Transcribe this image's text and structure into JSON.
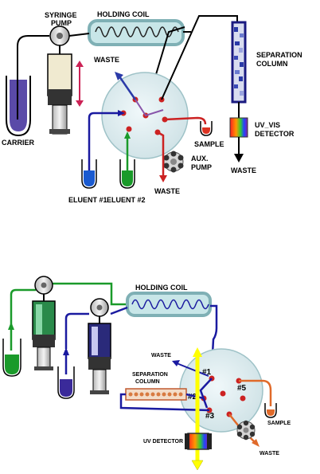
{
  "top": {
    "syringe_pump_line1": "SYRINGE",
    "syringe_pump_line2": "PUMP",
    "holding_coil": "HOLDING COIL",
    "separation_line1": "SEPARATION",
    "separation_line2": "COLUMN",
    "waste_left": "WASTE",
    "carrier": "CARRIER",
    "uv_vis_line1": "UV_VIS",
    "uv_vis_line2": "DETECTOR",
    "sample": "SAMPLE",
    "aux_line1": "AUX.",
    "aux_line2": "PUMP",
    "waste_bottom": "WASTE",
    "waste_right": "WASTE",
    "eluent1": "ELUENT #1",
    "eluent2": "ELUENT #2"
  },
  "bottom": {
    "holding_coil": "HOLDING COIL",
    "waste_top": "WASTE",
    "separation_line1": "SEPARATION",
    "separation_line2": "COLUMN",
    "port1": "#1",
    "port2": "#2",
    "port3": "#3",
    "port5": "#5",
    "sample": "SAMPLE",
    "uv_detector": "UV DETECTOR",
    "waste_bottom": "WASTE"
  },
  "colors": {
    "coil_bg": "#c8e6e8",
    "valve": "#dfeef0",
    "blue": "#1a1aa0",
    "green": "#1a9a2a",
    "red": "#cc2222",
    "orange": "#e06a2a",
    "yellow": "#ffff00"
  }
}
